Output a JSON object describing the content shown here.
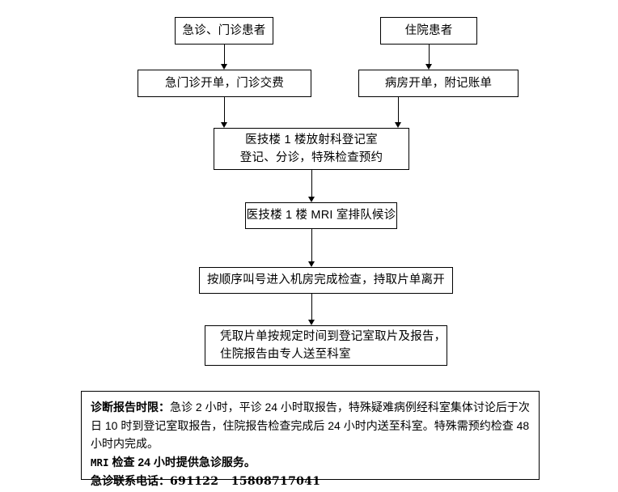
{
  "document": {
    "kind": "flowchart",
    "title": "MRI 检查流程图",
    "language": "zh-CN",
    "background_color": "#ffffff",
    "line_color": "#000000",
    "text_color": "#000000"
  },
  "nodes": {
    "outpatient_start": {
      "text": "急诊、门诊患者"
    },
    "inpatient_start": {
      "text": "住院患者"
    },
    "outpatient_order": {
      "text": "急门诊开单，门诊交费"
    },
    "inpatient_order": {
      "text": "病房开单，附记账单"
    },
    "registration": {
      "line1": "医技楼 1 楼放射科登记室",
      "line2": "登记、分诊，特殊检查预约"
    },
    "queue": {
      "text": "医技楼 1 楼 MRI 室排队候诊"
    },
    "exam": {
      "text": "按顺序叫号进入机房完成检查，持取片单离开"
    },
    "report_pickup": {
      "line1": "凭取片单按规定时间到登记室取片及报告，",
      "line2": "住院报告由专人送至科室"
    }
  },
  "note": {
    "paragraph1_label": "诊断报告时限：",
    "paragraph1_body": "急诊 2 小时，平诊 24 小时取报告，特殊疑难病例经科室集体讨论后于次日 10 时到登记室取报告，住院报告检查完成后 24 小时内送至科室。特殊需预约检查 48 小时内完成。",
    "paragraph2_prefix": "MRI",
    "paragraph2_body": " 检查 24 小时提供急诊服务。",
    "paragraph3_label": "急诊联系电话：",
    "phone_1": "691122",
    "phone_2": "15808717041"
  }
}
